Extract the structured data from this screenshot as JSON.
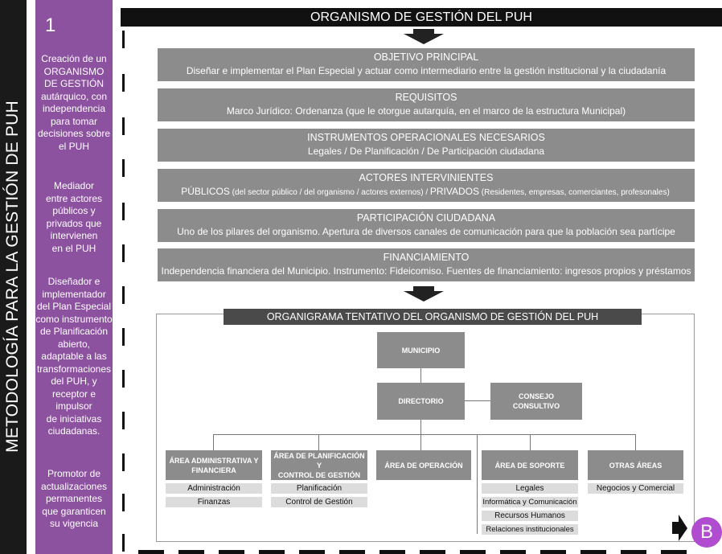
{
  "side_title": "METODOLOGÍA PARA LA GESTIÓN DE PUH",
  "step_number": "1",
  "purple_blocks": [
    [
      "Creación de un",
      "ORGANISMO",
      "DE GESTIÓN",
      "autárquico, con",
      "independencia",
      "para tomar",
      "decisiones sobre",
      "el PUH"
    ],
    [
      "Mediador",
      "entre actores",
      "públicos y",
      "privados que",
      "intervienen",
      "en el PUH"
    ],
    [
      "Diseñador e",
      "implementador",
      "del Plan Especial",
      "como instrumento",
      "de Planificación",
      "abierto,",
      "adaptable a las",
      "transformaciones",
      "del PUH, y",
      "receptor e",
      "impulsor",
      "de iniciativas",
      "ciudadanas."
    ],
    [
      "Promotor de",
      "actualizaciones",
      "permanentes",
      "que garanticen",
      "su vigencia"
    ]
  ],
  "top_title": "ORGANISMO DE GESTIÓN DEL PUH",
  "info_boxes": [
    {
      "heading": "OBJETIVO PRINCIPAL",
      "body": "Diseñar e implementar el Plan Especial y actuar como intermediario entre la gestión institucional y la ciudadanía"
    },
    {
      "heading": "REQUISITOS",
      "body": "Marco Jurídico: Ordenanza (que le otorgue autarquía, en el marco de la estructura Municipal)"
    },
    {
      "heading": "INSTRUMENTOS OPERACIONALES NECESARIOS",
      "body": "Legales / De Planificación / De Participación ciudadana"
    },
    {
      "heading": "ACTORES INTERVINIENTES",
      "body_parts": [
        "PÚBLICOS",
        " (del sector público / del organismo / actores externos) / ",
        "PRIVADOS",
        " (Residentes, empresas, comerciantes, profesonales)"
      ]
    },
    {
      "heading": "PARTICIPACIÓN CIUDADANA",
      "body": "Uno de los pilares del organismo. Apertura de diversos canales de comunicación para que la población sea partícipe"
    },
    {
      "heading": "FINANCIAMIENTO",
      "body": "Independencia financiera del Municipio. Instrumento: Fideicomiso. Fuentes de financiamiento: ingresos propios y préstamos"
    }
  ],
  "org": {
    "title": "ORGANIGRAMA TENTATIVO DEL ORGANISMO DE GESTIÓN DEL PUH",
    "municipio": "MUNICIPIO",
    "directorio": "DIRECTORIO",
    "consejo": [
      "CONSEJO",
      "CONSULTIVO"
    ],
    "areas": [
      {
        "title": [
          "ÁREA ADMINISTRATIVA Y",
          "FINANCIERA"
        ],
        "subs": [
          "Administración",
          "Finanzas"
        ]
      },
      {
        "title": [
          "ÁREA DE PLANIFICACIÓN Y",
          "CONTROL DE GESTIÓN"
        ],
        "subs": [
          "Planificación",
          "Control de Gestión"
        ]
      },
      {
        "title": [
          "ÁREA DE OPERACIÓN"
        ],
        "subs": []
      },
      {
        "title": [
          "ÁREA DE SOPORTE"
        ],
        "subs": [
          "Legales",
          "Informática y Comunicación",
          "Recursos Humanos",
          "Relaciones institucionales"
        ]
      },
      {
        "title": [
          "OTRAS ÁREAS"
        ],
        "subs": [
          "Negocios y Comercial"
        ]
      }
    ]
  },
  "badge": "B",
  "colors": {
    "purple": "#8c52a0",
    "box_gray": "#8c8c8c",
    "badge": "#b04ccf"
  }
}
